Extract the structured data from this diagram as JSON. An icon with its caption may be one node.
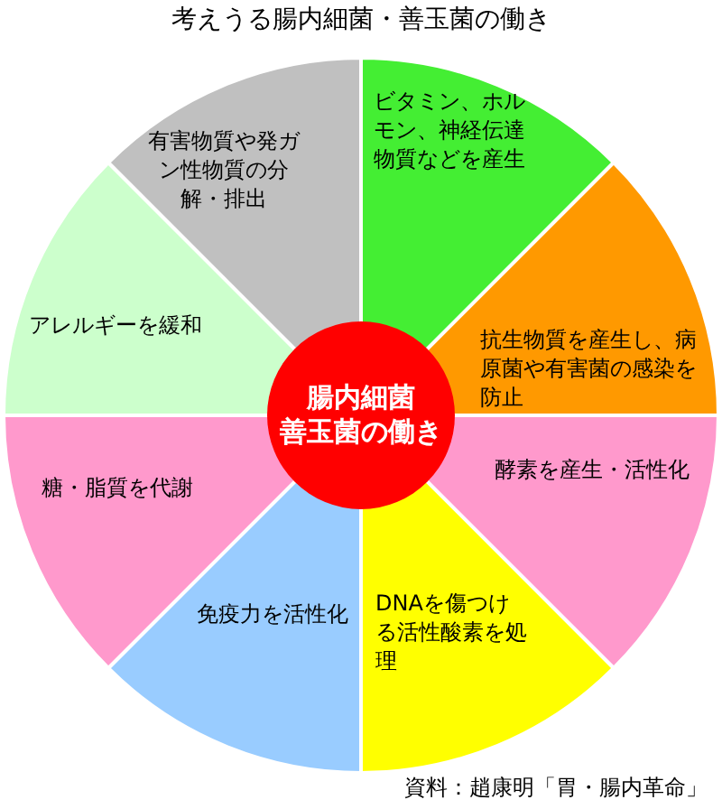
{
  "diagram": {
    "title": "考えうる腸内細菌・善玉菌の働き",
    "caption": "資料：趙康明「胃・腸内革命」",
    "nodes": [
      {
        "text": [
          "ビタミン、ホルモン、神経伝達物質などを産生"
        ]
      },
      {
        "text": [
          "抗生物質を産生し、病原菌や有害菌の感染を防止"
        ]
      },
      {
        "text": [
          "酵素を産生・活性化"
        ]
      },
      {
        "text": [
          "DNAを傷つける活性酸素を処理"
        ]
      },
      {
        "text": [
          "免疫力を活性化"
        ]
      },
      {
        "text": [
          "糖・脂質を代謝"
        ]
      },
      {
        "text": [
          "アレルギーを緩和"
        ]
      },
      {
        "text": [
          "有害物質や発ガン性物質の分解・排出"
        ]
      },
      {
        "text": [
          "腸内細菌",
          "善玉菌の働き"
        ]
      }
    ]
  }
}
